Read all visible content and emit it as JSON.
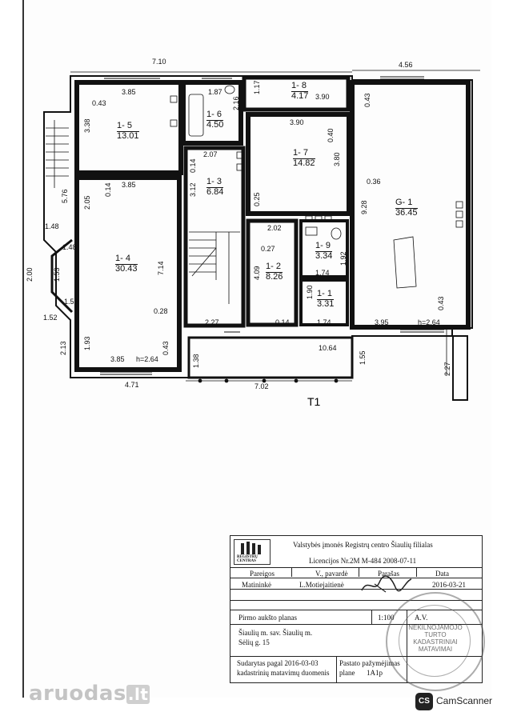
{
  "plan": {
    "dims": {
      "top_left_width": "7.10",
      "top_right_width": "4.56",
      "bottom_left_width": "4.71",
      "bottom_mid_width": "7.02",
      "bottom_total": "10.64",
      "right_ext": "2.27",
      "bottom_right_step": "1.55",
      "left_576": "5.76",
      "left_148a": "1.48",
      "left_148b": "1.48",
      "left_153": "1.53",
      "left_200": "2.00",
      "left_152a": "1.52",
      "left_152b": "1.52",
      "left_213": "2.13",
      "left_193": "1.93",
      "step_138": "1.38"
    },
    "rooms": [
      {
        "id": "1- 5",
        "area": "13.01",
        "d1": "3.85",
        "d2": "0.43",
        "d3": "3.38"
      },
      {
        "id": "1- 6",
        "area": "4.50",
        "d1": "1.87",
        "d2": "2.16"
      },
      {
        "id": "1- 8",
        "area": "4.17",
        "d1": "3.90",
        "d2": "1.17"
      },
      {
        "id": "1- 7",
        "area": "14.82",
        "d1": "3.90",
        "d2": "0.40",
        "d3": "3.80",
        "d4": "0.25"
      },
      {
        "id": "G- 1",
        "area": "36.45",
        "d1": "0.43",
        "d2": "0.36",
        "d3": "9.28",
        "d4": "0.43",
        "d5": "3.95",
        "h": "h=2.64"
      },
      {
        "id": "1- 3",
        "area": "6.84",
        "d1": "2.07",
        "d2": "0.14",
        "d3": "3.12"
      },
      {
        "id": "1- 4",
        "area": "30.43",
        "d1": "3.85",
        "d2": "0.14",
        "d3": "2.05",
        "d4": "7.14",
        "d5": "0.28",
        "d6": "0.43",
        "d7": "3.85",
        "h": "h=2.64"
      },
      {
        "id": "1- 2",
        "area": "8.26",
        "d1": "2.02",
        "d2": "0.27",
        "d3": "4.09",
        "d4": "0.14"
      },
      {
        "id": "1- 9",
        "area": "3.34",
        "d1": "1.92",
        "d2": "1.74"
      },
      {
        "id": "1- 1",
        "area": "3.31",
        "d1": "1.90",
        "d2": "1.74"
      },
      {
        "id": "stair",
        "d1": "2.27"
      }
    ],
    "label": "T1"
  },
  "title_block": {
    "org": "Valstybės įmonės Registrų centro Šiaulių filialas",
    "license": "Licencijos Nr.2M M-484 2008-07-11",
    "logo_text": "REGISTRŲ CENTRAS",
    "col_pareigos": "Pareigos",
    "col_name": "V., pavardė",
    "col_sign": "Parašas",
    "col_date": "Data",
    "role": "Matininkė",
    "person": "L.Motiejaitienė",
    "date": "2016-03-21",
    "plan_name": "Pirmo aukšto planas",
    "scale": "1:100",
    "av": "A.V.",
    "address_1": "Šiaulių m. sav. Šiaulių m.",
    "address_2": "Sėlių g. 15",
    "compiled_1": "Sudarytas pagal  2016-03-03",
    "compiled_2": "kadastrinių matavimų duomenis",
    "marking_1": "Pastato pažymėjimas",
    "marking_2": "plane",
    "marking_code": "1A1p"
  },
  "stamp": {
    "line1": "NEKILNOJAMOJO",
    "line2": "TURTO",
    "line3": "KADASTRINIAI",
    "line4": "MATAVIMAI"
  },
  "watermark": {
    "brand": "aruodas",
    "suffix": ".lt"
  },
  "scanner": {
    "badge": "CS",
    "name": "CamScanner"
  }
}
